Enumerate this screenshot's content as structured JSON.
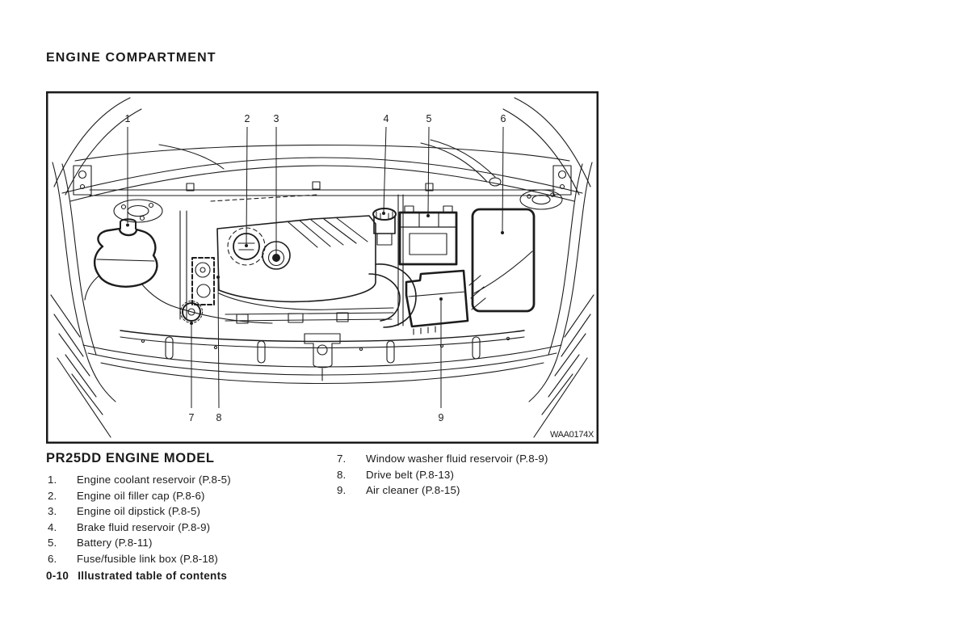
{
  "header": {
    "title": "ENGINE COMPARTMENT"
  },
  "diagram": {
    "figure_code": "WAA0174X",
    "ink_color": "#1b1b1b",
    "callouts_top": [
      "1",
      "2",
      "3",
      "4",
      "5",
      "6"
    ],
    "callouts_bottom": [
      "7",
      "8",
      "9"
    ]
  },
  "legend": {
    "heading": "PR25DD ENGINE MODEL",
    "left_items": [
      {
        "num": "1.",
        "label": "Engine coolant reservoir (P.8-5)"
      },
      {
        "num": "2.",
        "label": "Engine oil filler cap (P.8-6)"
      },
      {
        "num": "3.",
        "label": "Engine oil dipstick (P.8-5)"
      },
      {
        "num": "4.",
        "label": "Brake fluid reservoir (P.8-9)"
      },
      {
        "num": "5.",
        "label": "Battery (P.8-11)"
      },
      {
        "num": "6.",
        "label": "Fuse/fusible link box (P.8-18)"
      }
    ],
    "right_items": [
      {
        "num": "7.",
        "label": "Window washer fluid reservoir (P.8-9)"
      },
      {
        "num": "8.",
        "label": "Drive belt (P.8-13)"
      },
      {
        "num": "9.",
        "label": "Air cleaner (P.8-15)"
      }
    ]
  },
  "footer": {
    "page_number": "0-10",
    "label": "Illustrated table of contents"
  }
}
